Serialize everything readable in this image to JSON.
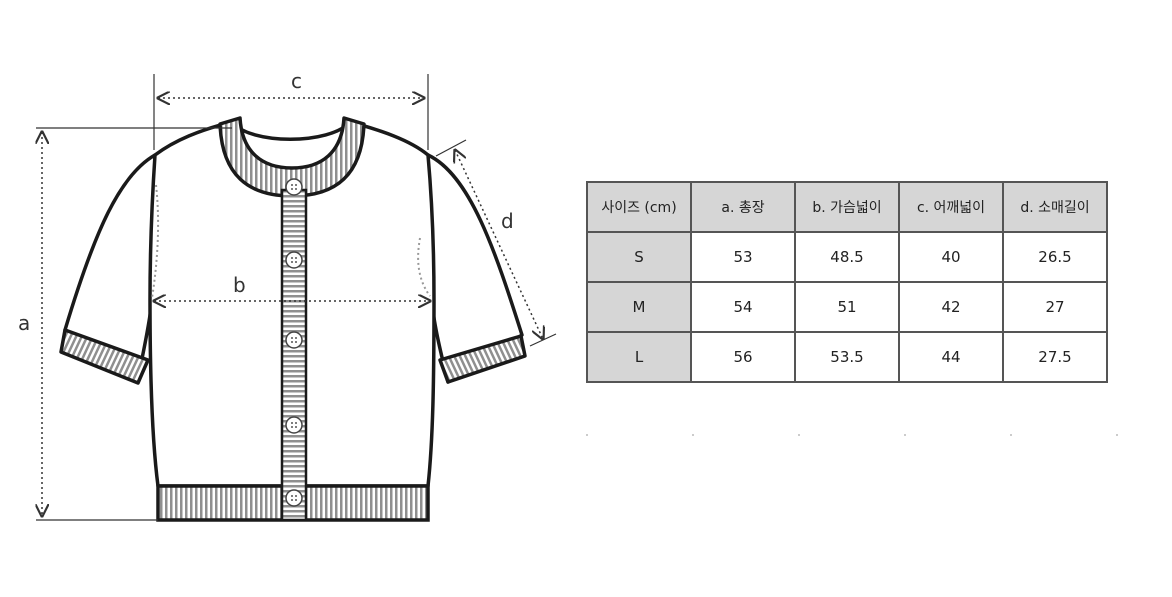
{
  "diagram": {
    "labels": {
      "a": "a",
      "b": "b",
      "c": "c",
      "d": "d"
    },
    "colors": {
      "outline": "#1a1a1a",
      "rib": "#9a9a9a",
      "dash": "#333333"
    }
  },
  "table": {
    "headers": [
      "사이즈 (cm)",
      "a. 총장",
      "b. 가슴넓이",
      "c. 어깨넓이",
      "d. 소매길이"
    ],
    "rows": [
      {
        "size": "S",
        "values": [
          "53",
          "48.5",
          "40",
          "26.5"
        ]
      },
      {
        "size": "M",
        "values": [
          "54",
          "51",
          "42",
          "27"
        ]
      },
      {
        "size": "L",
        "values": [
          "56",
          "53.5",
          "44",
          "27.5"
        ]
      }
    ],
    "header_bg": "#d6d6d6"
  }
}
